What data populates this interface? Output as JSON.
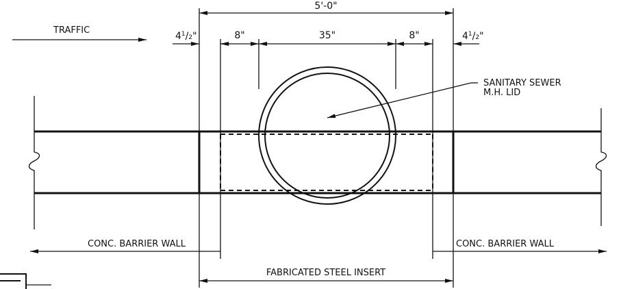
{
  "labels": {
    "traffic": "TRAFFIC",
    "overall": "5'-0\"",
    "left_gap_whole": "4",
    "left_gap_num": "1",
    "left_gap_den": "2",
    "left_gap_inch": "\"",
    "right_gap_whole": "4",
    "right_gap_num": "1",
    "right_gap_den": "2",
    "right_gap_inch": "\"",
    "left_insert": "8\"",
    "lid_width": "35\"",
    "right_insert": "8\"",
    "sewer_line1": "SANITARY SEWER",
    "sewer_line2": "M.H. LID",
    "wall_left": "CONC. BARRIER WALL",
    "wall_right": "CONC. BARRIER WALL",
    "insert": "FABRICATED STEEL INSERT"
  }
}
